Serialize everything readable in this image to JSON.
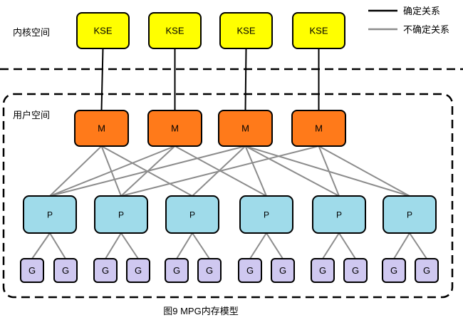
{
  "zones": {
    "kernel_label": "内核空间",
    "user_label": "用户空间"
  },
  "legend": {
    "definite": "确定关系",
    "indefinite": "不确定关系"
  },
  "caption": "图9 MPG内存模型",
  "nodes": {
    "kse": [
      "KSE",
      "KSE",
      "KSE",
      "KSE"
    ],
    "m": [
      "M",
      "M",
      "M",
      "M"
    ],
    "p": [
      "P",
      "P",
      "P",
      "P",
      "P",
      "P"
    ],
    "g": [
      "G",
      "G",
      "G",
      "G",
      "G",
      "G",
      "G",
      "G",
      "G",
      "G",
      "G",
      "G"
    ]
  },
  "colors": {
    "kse_fill": "#ffff00",
    "m_fill": "#ff7a1a",
    "p_fill": "#9fdbea",
    "g_fill": "#cfc8f0",
    "definite_line": "#000000",
    "indefinite_line": "#8c8c8c"
  }
}
